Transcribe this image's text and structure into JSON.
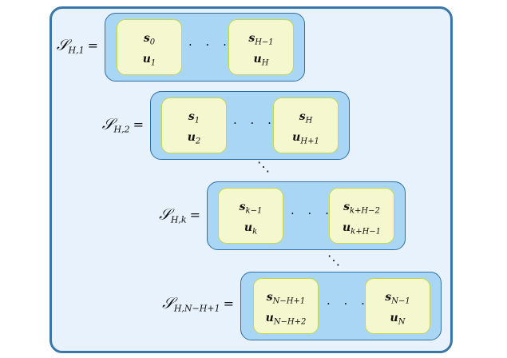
{
  "rows": [
    {
      "lhs": {
        "sym": "𝒮",
        "sub": "H,1",
        "eq": "="
      },
      "left": {
        "top": {
          "sym": "s",
          "sub": "0"
        },
        "bot": {
          "sym": "u",
          "sub": "1"
        }
      },
      "right": {
        "top": {
          "sym": "s",
          "sub": "H−1"
        },
        "bot": {
          "sym": "u",
          "sub": "H"
        }
      },
      "dots": "· · ·"
    },
    {
      "lhs": {
        "sym": "𝒮",
        "sub": "H,2",
        "eq": "="
      },
      "left": {
        "top": {
          "sym": "s",
          "sub": "1"
        },
        "bot": {
          "sym": "u",
          "sub": "2"
        }
      },
      "right": {
        "top": {
          "sym": "s",
          "sub": "H"
        },
        "bot": {
          "sym": "u",
          "sub": "H+1"
        }
      },
      "dots": "· · ·"
    },
    {
      "lhs": {
        "sym": "𝒮",
        "sub": "H,k",
        "eq": "="
      },
      "left": {
        "top": {
          "sym": "s",
          "sub": "k−1"
        },
        "bot": {
          "sym": "u",
          "sub": "k"
        }
      },
      "right": {
        "top": {
          "sym": "s",
          "sub": "k+H−2"
        },
        "bot": {
          "sym": "u",
          "sub": "k+H−1"
        }
      },
      "dots": "· · ·"
    },
    {
      "lhs": {
        "sym": "𝒮",
        "sub": "H,N−H+1",
        "eq": "="
      },
      "left": {
        "top": {
          "sym": "s",
          "sub": "N−H+1"
        },
        "bot": {
          "sym": "u",
          "sub": "N−H+2"
        }
      },
      "right": {
        "top": {
          "sym": "s",
          "sub": "N−1"
        },
        "bot": {
          "sym": "u",
          "sub": "N"
        }
      },
      "dots": "· · ·"
    }
  ],
  "diagonal_dots": "⋱",
  "colors": {
    "frame_border": "#3a77a8",
    "frame_fill": "#e7f2fd",
    "group_fill": "#a9d6f5",
    "group_border": "#2f6fa3",
    "card_fill": "#f5f7cf",
    "card_border": "#c6d84a"
  }
}
